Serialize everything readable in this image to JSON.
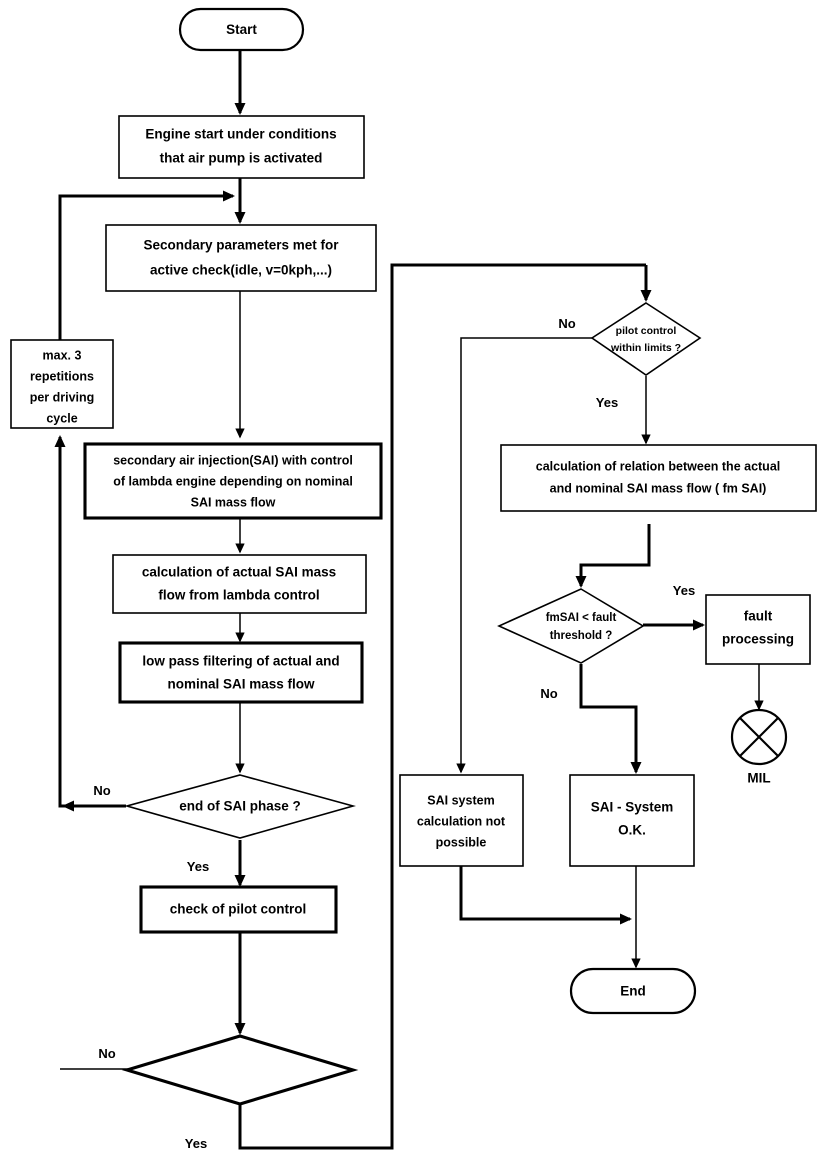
{
  "diagram": {
    "title": "Secondary Air Injection (SAI) diagnostic flowchart",
    "colors": {
      "stroke": "#000000",
      "fill": "#ffffff",
      "text": "#000000"
    },
    "nodes": {
      "start": {
        "label": "Start",
        "shape": "terminator"
      },
      "engine_start": {
        "line1": "Engine start under conditions",
        "line2": "that air pump is activated",
        "shape": "process"
      },
      "secondary_params": {
        "line1": "Secondary parameters met for",
        "line2": "active check(idle, v=0kph,...)",
        "shape": "process"
      },
      "max_repetitions": {
        "line1": "max. 3",
        "line2": "repetitions",
        "line3": "per driving",
        "line4": "cycle",
        "shape": "process"
      },
      "sai_control": {
        "line1": "secondary air injection(SAI) with control",
        "line2": "of lambda engine depending on nominal",
        "line3": "SAI mass flow",
        "shape": "process"
      },
      "calc_actual": {
        "line1": "calculation of actual SAI mass",
        "line2": "flow from lambda control",
        "shape": "process"
      },
      "low_pass": {
        "line1": "low pass filtering of actual and",
        "line2": "nominal SAI mass flow",
        "shape": "process"
      },
      "end_of_sai": {
        "label": "end of SAI phase ?",
        "shape": "decision"
      },
      "check_pilot": {
        "label": "check of pilot control",
        "shape": "process"
      },
      "unnamed_decision": {
        "label": "",
        "shape": "decision"
      },
      "pilot_within_limits": {
        "line1": "pilot control",
        "line2": "within limits ?",
        "shape": "decision"
      },
      "calc_relation": {
        "line1": "calculation of relation between the actual",
        "line2": "and nominal SAI mass flow ( fm SAI)",
        "shape": "process"
      },
      "fmsai_threshold": {
        "line1": "fmSAI < fault",
        "line2": "threshold ?",
        "shape": "decision"
      },
      "fault_processing": {
        "line1": "fault",
        "line2": "processing",
        "shape": "process"
      },
      "mil": {
        "label": "MIL",
        "shape": "circle-cross"
      },
      "sai_not_possible": {
        "line1": "SAI system",
        "line2": "calculation not",
        "line3": "possible",
        "shape": "process"
      },
      "sai_ok": {
        "line1": "SAI - System",
        "line2": "O.K.",
        "shape": "process"
      },
      "end": {
        "label": "End",
        "shape": "terminator"
      }
    },
    "edge_labels": {
      "end_of_sai_no": "No",
      "end_of_sai_yes": "Yes",
      "unnamed_no": "No",
      "unnamed_yes": "Yes",
      "pilot_no": "No",
      "pilot_yes": "Yes",
      "fmsai_yes": "Yes",
      "fmsai_no": "No"
    }
  }
}
